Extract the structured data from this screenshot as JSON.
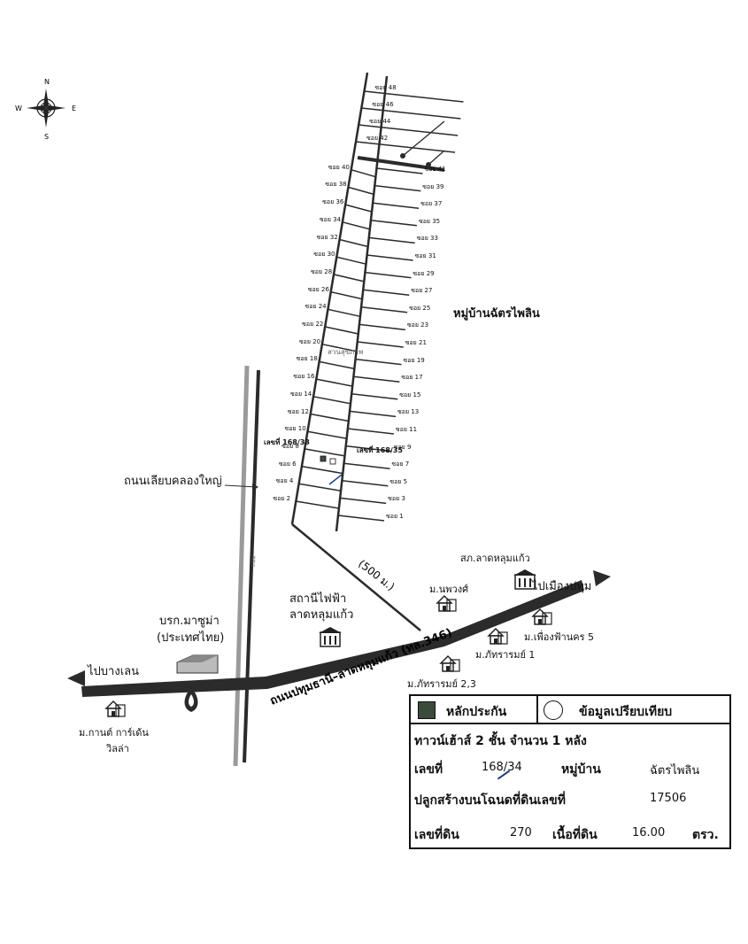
{
  "compass": {
    "n": "N",
    "s": "S",
    "e": "E",
    "w": "W"
  },
  "sois_left": [
    "ซอย 2",
    "ซอย 4",
    "ซอย 6",
    "ซอย 8",
    "ซอย 10",
    "ซอย 12",
    "ซอย 14",
    "ซอย 16",
    "ซอย 18",
    "ซอย 20",
    "ซอย 22",
    "ซอย 24",
    "ซอย 26",
    "ซอย 28",
    "ซอย 30",
    "ซอย 32",
    "ซอย 34",
    "ซอย 36",
    "ซอย 38",
    "ซอย 40"
  ],
  "sois_right": [
    "ซอย 1",
    "ซอย 3",
    "ซอย 5",
    "ซอย 7",
    "ซอย 9",
    "ซอย 11",
    "ซอย 13",
    "ซอย 15",
    "ซอย 17",
    "ซอย 19",
    "ซอย 21",
    "ซอย 23",
    "ซอย 25",
    "ซอย 27",
    "ซอย 29",
    "ซอย 31",
    "ซอย 33",
    "ซอย 35",
    "ซอย 37",
    "ซอย 39",
    "ซอย 41"
  ],
  "sois_top": [
    "ซอย 42",
    "ซอย 44",
    "ซอย 46",
    "ซอย 48"
  ],
  "park_label": "สวนสุขภาพ",
  "lot_left": "เลขที่ 168/33",
  "lot_right": "เลขที่ 168/35",
  "village_name": "หมู่บ้านฉัตรไพลิน",
  "canal_road": "ถนนเลียบคลองใหญ่",
  "distance": "(500 ม.)",
  "main_road": "ถนนปทุมธานี–ลาดหลุมแก้ว (ทล.346)",
  "to_pathum": "ไปเมืองปทุม",
  "to_bangkhen": "ไปบางเลน",
  "places": {
    "police": "สภ.ลาดหลุมแก้ว",
    "nuanphong": "ม.นพวงศ์",
    "power_1": "สถานีไฟฟ้า",
    "power_2": "ลาดหลุมแก้ว",
    "mazuma_1": "บรก.มาซูม่า",
    "mazuma_2": "(ประเทศไทย)",
    "phueang": "ม.เพื่องฟ้านคร 5",
    "phattharam1": "ม.ภัทรารมย์ 1",
    "phattharam23": "ม.ภัทรารมย์ 2,3",
    "garden_1": "ม.กานต์ การ์เด้น",
    "garden_2": "วิลล่า"
  },
  "legend": {
    "collateral": "หลักประกัน",
    "comparison": "ข้อมูลเปรียบเทียบ",
    "house": "ทาวน์เฮ้าส์ 2 ชั้น จำนวน 1 หลัง",
    "no_label": "เลขที่",
    "no_value": "168/34",
    "village_label": "หมู่บ้าน",
    "village_value": "ฉัตรไพลิน",
    "deed_label": "ปลูกสร้างบนโฉนดที่ดินเลขที่",
    "deed_value": "17506",
    "land_label": "เลขที่ดิน",
    "land_value": "270",
    "area_label": "เนื้อที่ดิน",
    "area_value": "16.00",
    "area_unit": "ตรว."
  },
  "colors": {
    "road": "#2b2b2b",
    "collateral": "#3c4a3c",
    "grey_road": "#9a9a9a"
  }
}
